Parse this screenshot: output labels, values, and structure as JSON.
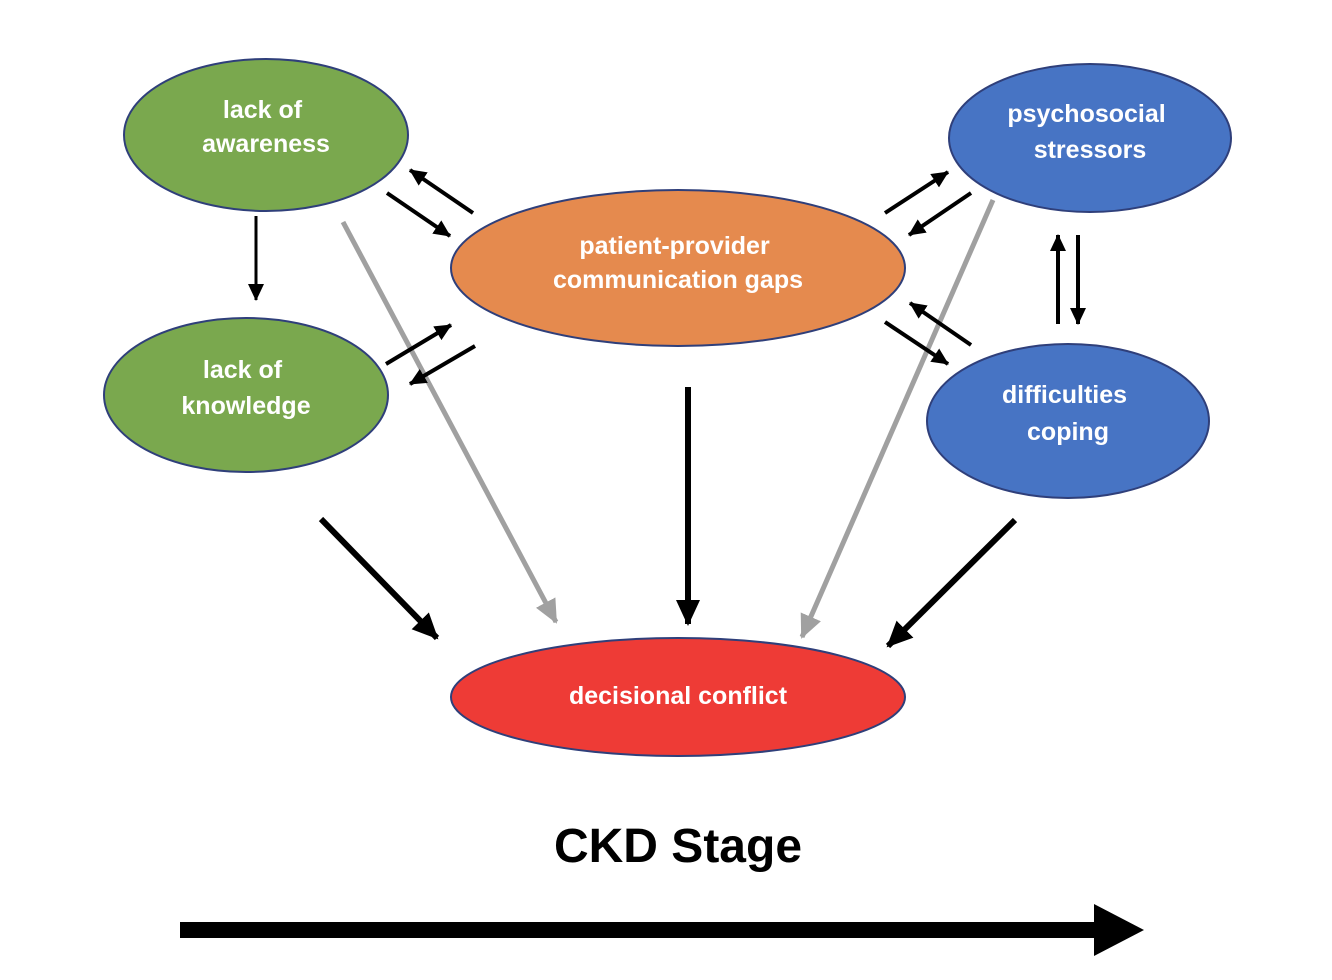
{
  "nodes": {
    "lack_of_awareness": {
      "lines": [
        "lack of",
        "awareness"
      ],
      "color": "#7aa84e"
    },
    "lack_of_knowledge": {
      "lines": [
        "lack of",
        "knowledge"
      ],
      "color": "#7aa84e"
    },
    "patient_provider": {
      "lines": [
        "patient-provider",
        "communication gaps"
      ],
      "color": "#e58a4e"
    },
    "psychosocial_stressors": {
      "lines": [
        "psychosocial",
        "stressors"
      ],
      "color": "#4774c4"
    },
    "difficulties_coping": {
      "lines": [
        "difficulties",
        "coping"
      ],
      "color": "#4774c4"
    },
    "decisional_conflict": {
      "lines": [
        "decisional conflict"
      ],
      "color": "#ee3b36"
    }
  },
  "stage_axis": {
    "label": "CKD Stage",
    "arrow_icon": "long-right-arrow-icon"
  },
  "colors": {
    "node_border": "#2f3f7a",
    "black_arrow": "#000000",
    "gray_arrow": "#a0a0a0"
  }
}
